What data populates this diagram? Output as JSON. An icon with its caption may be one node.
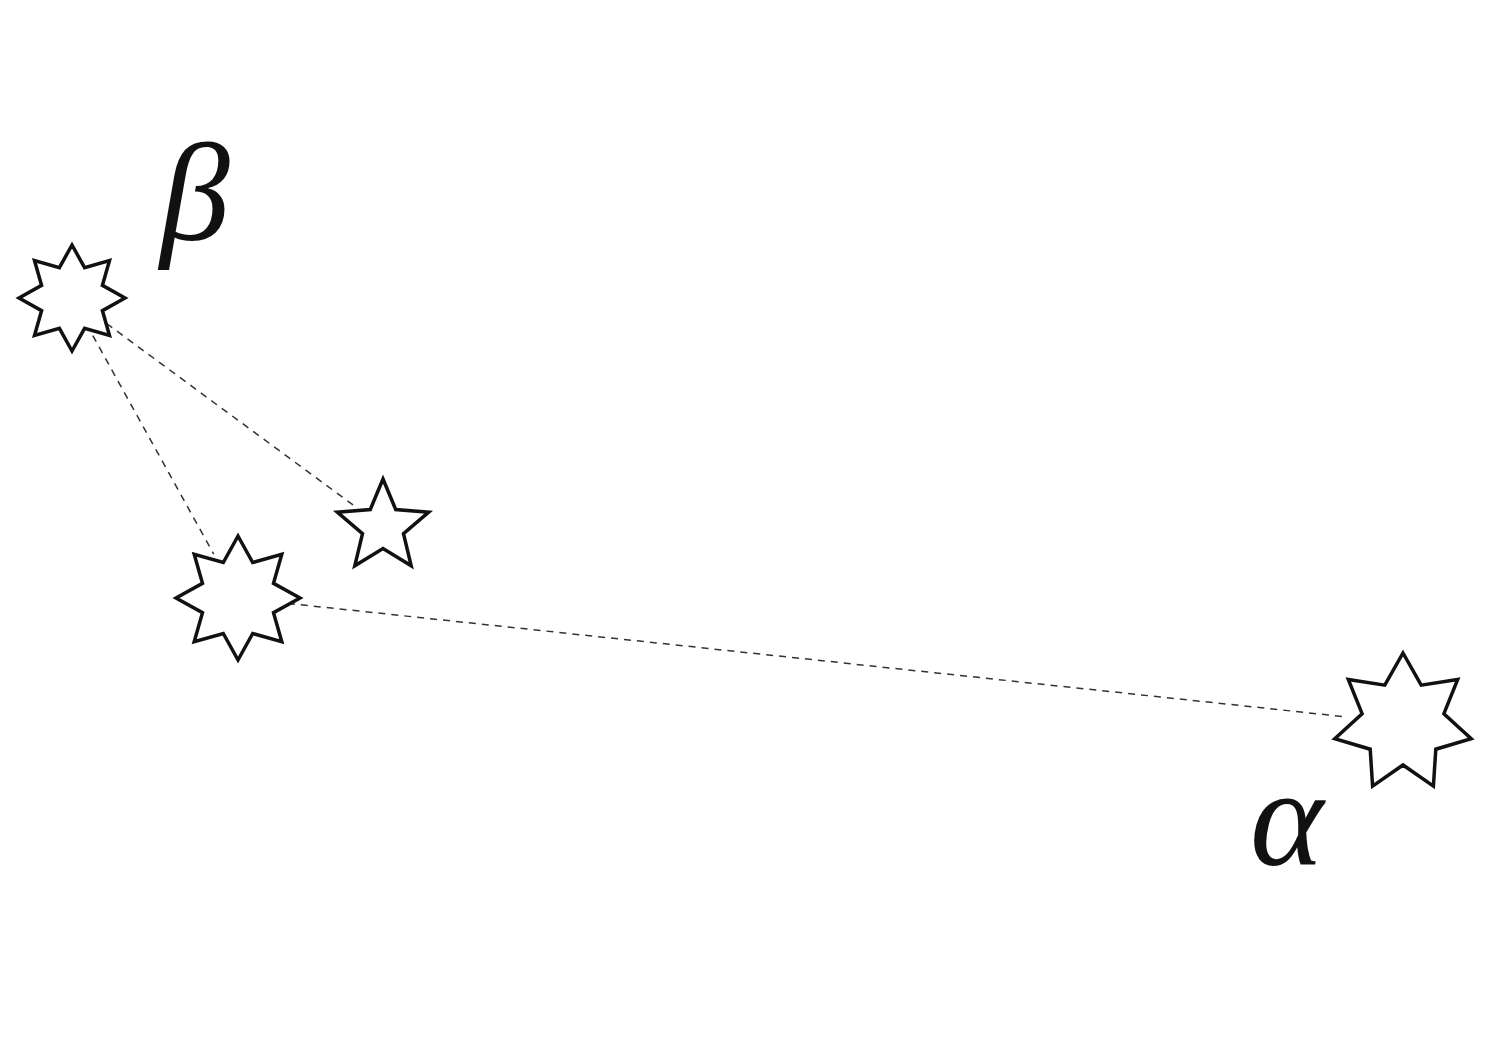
{
  "diagram": {
    "nodes": [
      {
        "text": [],
        "shape": "star",
        "beside": [
          "β"
        ]
      },
      {
        "text": [],
        "shape": "star"
      },
      {
        "text": [],
        "shape": "star"
      },
      {
        "text": [],
        "shape": "star",
        "beside": [
          "α"
        ]
      }
    ],
    "edges": [
      {
        "from": 0,
        "to": 1,
        "arrow": "none",
        "style": "dashed"
      },
      {
        "from": 0,
        "to": 2,
        "arrow": "none",
        "style": "dashed"
      },
      {
        "from": 2,
        "to": 3,
        "arrow": "none",
        "style": "dashed"
      }
    ]
  }
}
